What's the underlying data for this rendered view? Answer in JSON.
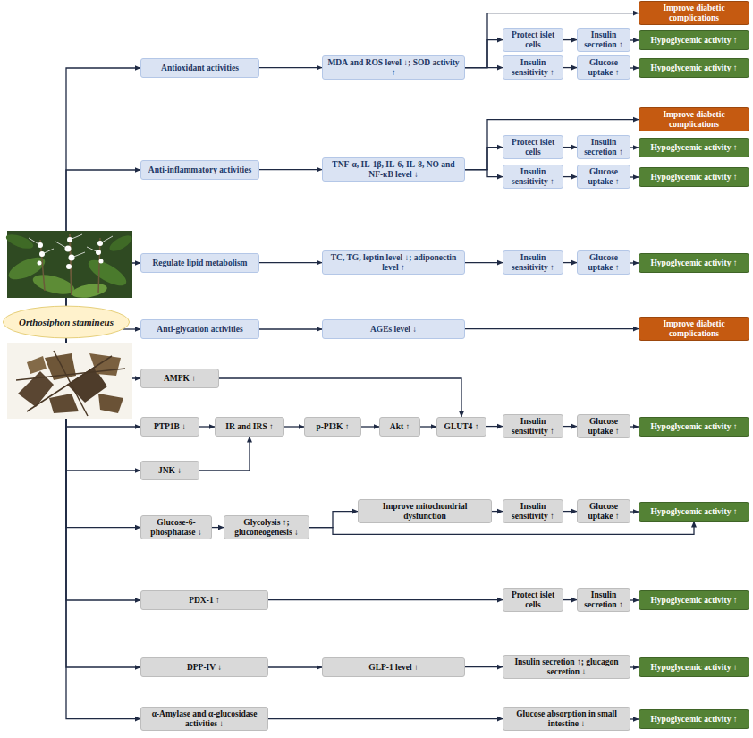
{
  "diagram": {
    "nodes": [
      {
        "text": [
          "Orthosiphon stamineus"
        ]
      },
      {
        "text": [
          "Antioxidant activities"
        ]
      },
      {
        "text": [
          "MDA and ROS level ↓; SOD activity ↑"
        ]
      },
      {
        "text": [
          "Improve diabetic complications"
        ]
      },
      {
        "text": [
          "Protect islet cells"
        ]
      },
      {
        "text": [
          "Insulin secretion ↑"
        ]
      },
      {
        "text": [
          "Hypoglycemic activity ↑"
        ]
      },
      {
        "text": [
          "Insulin sensitivity ↑"
        ]
      },
      {
        "text": [
          "Glucose uptake ↑"
        ]
      },
      {
        "text": [
          "Hypoglycemic activity ↑"
        ]
      },
      {
        "text": [
          "Anti-inflammatory activities"
        ]
      },
      {
        "text": [
          "TNF-α, IL-1β, IL-6, IL-8, NO and NF-κB level ↓"
        ]
      },
      {
        "text": [
          "Improve diabetic complications"
        ]
      },
      {
        "text": [
          "Protect islet cells"
        ]
      },
      {
        "text": [
          "Insulin secretion ↑"
        ]
      },
      {
        "text": [
          "Hypoglycemic activity ↑"
        ]
      },
      {
        "text": [
          "Insulin sensitivity ↑"
        ]
      },
      {
        "text": [
          "Glucose uptake ↑"
        ]
      },
      {
        "text": [
          "Hypoglycemic activity ↑"
        ]
      },
      {
        "text": [
          "Regulate lipid metabolism"
        ]
      },
      {
        "text": [
          "TC, TG, leptin level ↓; adiponectin level ↑"
        ]
      },
      {
        "text": [
          "Insulin sensitivity ↑"
        ]
      },
      {
        "text": [
          "Glucose uptake ↑"
        ]
      },
      {
        "text": [
          "Hypoglycemic activity ↑"
        ]
      },
      {
        "text": [
          "Anti-glycation activities"
        ]
      },
      {
        "text": [
          "AGEs level ↓"
        ]
      },
      {
        "text": [
          "Improve diabetic complications"
        ]
      },
      {
        "text": [
          "AMPK ↑"
        ]
      },
      {
        "text": [
          "PTP1B ↓"
        ]
      },
      {
        "text": [
          "IR and IRS ↑"
        ]
      },
      {
        "text": [
          "p-PI3K ↑"
        ]
      },
      {
        "text": [
          "Akt ↑"
        ]
      },
      {
        "text": [
          "GLUT4 ↑"
        ]
      },
      {
        "text": [
          "Insulin sensitivity ↑"
        ]
      },
      {
        "text": [
          "Glucose uptake ↑"
        ]
      },
      {
        "text": [
          "Hypoglycemic activity ↑"
        ]
      },
      {
        "text": [
          "JNK ↓"
        ]
      },
      {
        "text": [
          "Glucose-6-phosphatase ↓"
        ]
      },
      {
        "text": [
          "Glycolysis ↑; gluconeogenesis ↓"
        ]
      },
      {
        "text": [
          "Improve mitochondrial dysfunction"
        ]
      },
      {
        "text": [
          "Insulin sensitivity ↑"
        ]
      },
      {
        "text": [
          "Glucose uptake ↑"
        ]
      },
      {
        "text": [
          "Hypoglycemic activity ↑"
        ]
      },
      {
        "text": [
          "PDX-1 ↑"
        ]
      },
      {
        "text": [
          "Protect islet cells"
        ]
      },
      {
        "text": [
          "Insulin secretion ↑"
        ]
      },
      {
        "text": [
          "Hypoglycemic activity ↑"
        ]
      },
      {
        "text": [
          "DPP-IV ↓"
        ]
      },
      {
        "text": [
          "GLP-1 level ↑"
        ]
      },
      {
        "text": [
          "Insulin secretion ↑; glucagon secretion ↓"
        ]
      },
      {
        "text": [
          "Hypoglycemic activity ↑"
        ]
      },
      {
        "text": [
          "α-Amylase and α-glucosidase activities ↓"
        ]
      },
      {
        "text": [
          "Glucose absorption in small intestine ↓"
        ]
      },
      {
        "text": [
          "Hypoglycemic activity ↑"
        ]
      }
    ],
    "edges": [
      {
        "from": 0,
        "to": 1,
        "arrow": "to"
      },
      {
        "from": 0,
        "to": 10,
        "arrow": "to"
      },
      {
        "from": 0,
        "to": 19,
        "arrow": "to"
      },
      {
        "from": 0,
        "to": 24,
        "arrow": "to"
      },
      {
        "from": 0,
        "to": 27,
        "arrow": "to"
      },
      {
        "from": 0,
        "to": 28,
        "arrow": "to"
      },
      {
        "from": 0,
        "to": 36,
        "arrow": "to"
      },
      {
        "from": 0,
        "to": 37,
        "arrow": "to"
      },
      {
        "from": 0,
        "to": 43,
        "arrow": "to"
      },
      {
        "from": 0,
        "to": 47,
        "arrow": "to"
      },
      {
        "from": 0,
        "to": 51,
        "arrow": "to"
      },
      {
        "from": 1,
        "to": 2,
        "arrow": "to"
      },
      {
        "from": 2,
        "to": 3,
        "arrow": "to"
      },
      {
        "from": 2,
        "to": 4,
        "arrow": "to"
      },
      {
        "from": 2,
        "to": 7,
        "arrow": "to"
      },
      {
        "from": 4,
        "to": 5,
        "arrow": "to"
      },
      {
        "from": 5,
        "to": 6,
        "arrow": "to"
      },
      {
        "from": 7,
        "to": 8,
        "arrow": "to"
      },
      {
        "from": 8,
        "to": 9,
        "arrow": "to"
      },
      {
        "from": 10,
        "to": 11,
        "arrow": "to"
      },
      {
        "from": 11,
        "to": 12,
        "arrow": "to"
      },
      {
        "from": 11,
        "to": 13,
        "arrow": "to"
      },
      {
        "from": 11,
        "to": 16,
        "arrow": "to"
      },
      {
        "from": 13,
        "to": 14,
        "arrow": "to"
      },
      {
        "from": 14,
        "to": 15,
        "arrow": "to"
      },
      {
        "from": 16,
        "to": 17,
        "arrow": "to"
      },
      {
        "from": 17,
        "to": 18,
        "arrow": "to"
      },
      {
        "from": 19,
        "to": 20,
        "arrow": "to"
      },
      {
        "from": 20,
        "to": 21,
        "arrow": "to"
      },
      {
        "from": 21,
        "to": 22,
        "arrow": "to"
      },
      {
        "from": 22,
        "to": 23,
        "arrow": "to"
      },
      {
        "from": 24,
        "to": 25,
        "arrow": "to"
      },
      {
        "from": 25,
        "to": 26,
        "arrow": "to"
      },
      {
        "from": 27,
        "to": 32,
        "arrow": "to"
      },
      {
        "from": 28,
        "to": 29,
        "arrow": "to"
      },
      {
        "from": 29,
        "to": 30,
        "arrow": "to"
      },
      {
        "from": 30,
        "to": 31,
        "arrow": "to"
      },
      {
        "from": 31,
        "to": 32,
        "arrow": "to"
      },
      {
        "from": 32,
        "to": 33,
        "arrow": "to"
      },
      {
        "from": 33,
        "to": 34,
        "arrow": "to"
      },
      {
        "from": 34,
        "to": 35,
        "arrow": "to"
      },
      {
        "from": 36,
        "to": 29,
        "arrow": "to"
      },
      {
        "from": 37,
        "to": 38,
        "arrow": "to"
      },
      {
        "from": 38,
        "to": 39,
        "arrow": "to"
      },
      {
        "from": 38,
        "to": 42,
        "arrow": "to"
      },
      {
        "from": 39,
        "to": 40,
        "arrow": "to"
      },
      {
        "from": 40,
        "to": 41,
        "arrow": "to"
      },
      {
        "from": 41,
        "to": 42,
        "arrow": "to"
      },
      {
        "from": 43,
        "to": 44,
        "arrow": "to"
      },
      {
        "from": 44,
        "to": 45,
        "arrow": "to"
      },
      {
        "from": 45,
        "to": 46,
        "arrow": "to"
      },
      {
        "from": 47,
        "to": 48,
        "arrow": "to"
      },
      {
        "from": 48,
        "to": 49,
        "arrow": "to"
      },
      {
        "from": 49,
        "to": 50,
        "arrow": "to"
      },
      {
        "from": 51,
        "to": 52,
        "arrow": "to"
      },
      {
        "from": 52,
        "to": 53,
        "arrow": "to"
      }
    ]
  }
}
